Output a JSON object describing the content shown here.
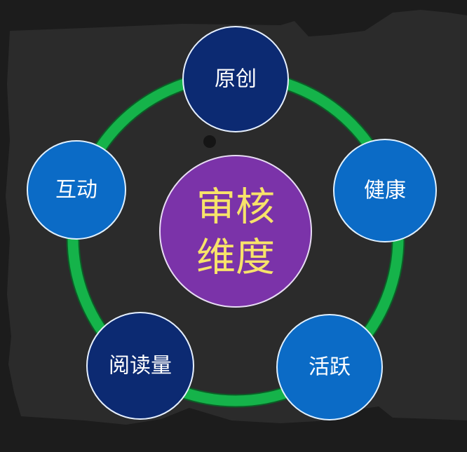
{
  "diagram": {
    "center": {
      "line1": "审核",
      "line2": "维度",
      "fill": "#7b33a9",
      "text_color": "#f7e36a"
    },
    "ring_color": "#15b34a",
    "nodes": [
      {
        "id": "original",
        "label": "原创",
        "fill": "#0c2a72"
      },
      {
        "id": "health",
        "label": "健康",
        "fill": "#0b6bc6"
      },
      {
        "id": "active",
        "label": "活跃",
        "fill": "#0b6bc6"
      },
      {
        "id": "readership",
        "label": "阅读量",
        "fill": "#0c2a72"
      },
      {
        "id": "interaction",
        "label": "互动",
        "fill": "#0b6bc6"
      }
    ]
  }
}
